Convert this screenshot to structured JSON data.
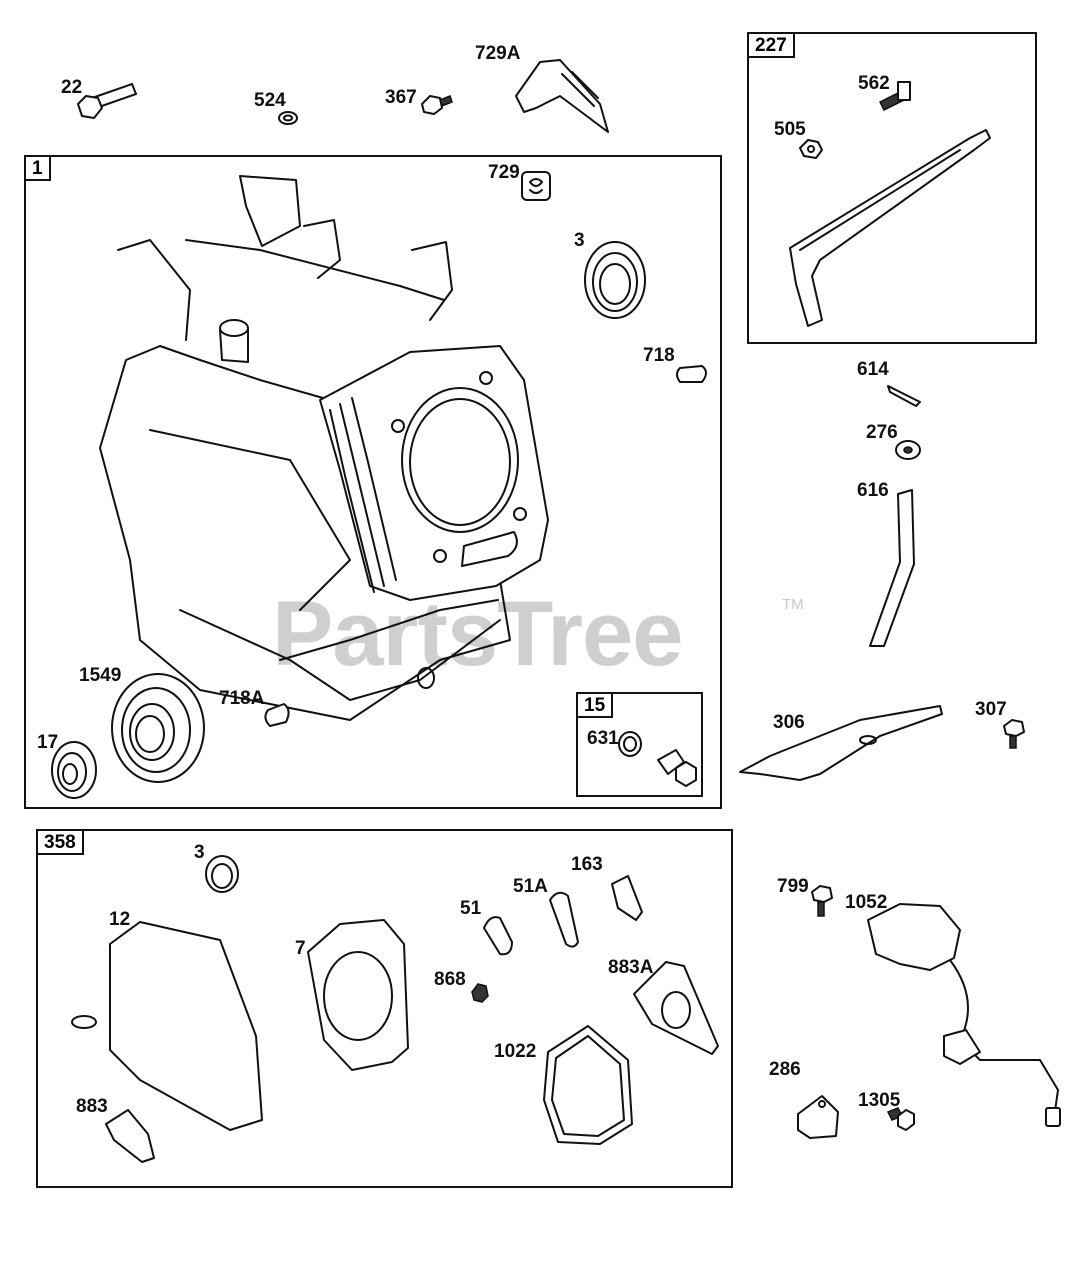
{
  "watermark": {
    "text": "PartsTree",
    "trademark": "TM"
  },
  "groups": {
    "g1": "1",
    "g227": "227",
    "g15": "15",
    "g358": "358"
  },
  "labels": {
    "p22": "22",
    "p524": "524",
    "p367": "367",
    "p729A": "729A",
    "p729": "729",
    "p3a": "3",
    "p718": "718",
    "p562": "562",
    "p505": "505",
    "p614": "614",
    "p276": "276",
    "p616": "616",
    "p1549": "1549",
    "p718A": "718A",
    "p17": "17",
    "p631": "631",
    "p306": "306",
    "p307": "307",
    "p3b": "3",
    "p12": "12",
    "p7": "7",
    "p51": "51",
    "p51A": "51A",
    "p163": "163",
    "p868": "868",
    "p883A": "883A",
    "p1022": "1022",
    "p883": "883",
    "p799": "799",
    "p1052": "1052",
    "p286": "286",
    "p1305": "1305"
  }
}
